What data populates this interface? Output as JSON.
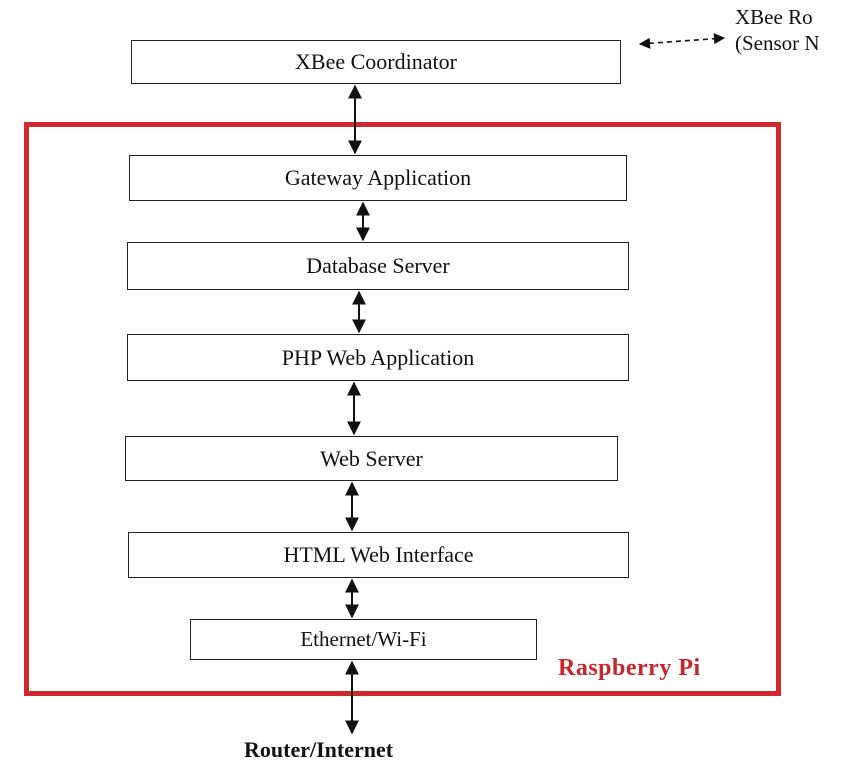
{
  "diagram": {
    "coordinator": "XBee Coordinator",
    "xbee_router": [
      "XBee Ro",
      "(Sensor N"
    ],
    "group_label": "Raspberry Pi",
    "layers": [
      "Gateway Application",
      "Database Server",
      "PHP Web Application",
      "Web Server",
      "HTML Web Interface",
      "Ethernet/Wi-Fi"
    ],
    "external": "Router/Internet",
    "colors": {
      "frame": "#d0282e",
      "label": "#c8262c",
      "stroke": "#222222"
    }
  }
}
